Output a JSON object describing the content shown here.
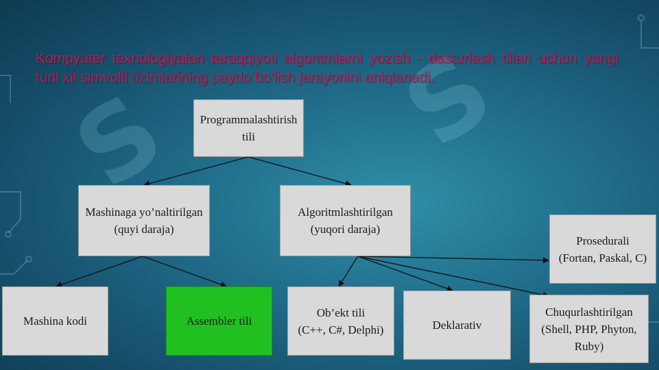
{
  "headline": "Kompyuter texnologiyalari taraqqiyoti algoritmlarni yozish - dasturlash tillari uchun yangi turli xil simvolli tizimlarining paydo bo'lish jarayonini aniqlanadi.",
  "nodes": {
    "root": [
      "Programmalashtirish",
      "tili"
    ],
    "machine": [
      "Mashinaga yo’naltirilgan",
      "(quyi daraja)"
    ],
    "algo": [
      "Algoritmlashtirilgan",
      "(yuqori daraja)"
    ],
    "machine_code": [
      "Mashina kodi"
    ],
    "assembler": [
      "Assembler tili"
    ],
    "object": [
      "Ob’ekt tili",
      "(C++, C#, Delphi)"
    ],
    "declarative": [
      "Deklarativ"
    ],
    "procedural": [
      "Prosedurali",
      "(Fortan, Paskal, C)"
    ],
    "deep": [
      "Chuqurlashtirilgan",
      "(Shell, PHP, Phyton,",
      "Ruby)"
    ]
  },
  "colors": {
    "headline": "#c0174e",
    "box": "#d9d9d9",
    "highlight": "#21c021",
    "arrow": "#111111"
  }
}
